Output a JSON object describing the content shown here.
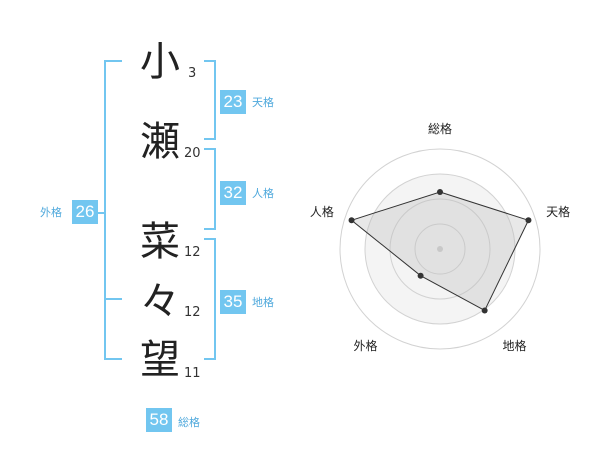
{
  "colors": {
    "accent": "#72c6f0",
    "badge": "#72c6f0",
    "label": "#4ea8dc",
    "text": "#222222"
  },
  "name_chars": [
    {
      "char": "小",
      "strokes": "3"
    },
    {
      "char": "瀬",
      "strokes": "20"
    },
    {
      "char": "菜",
      "strokes": "12"
    },
    {
      "char": "々",
      "strokes": "12"
    },
    {
      "char": "望",
      "strokes": "11"
    }
  ],
  "fortunes": {
    "tenkaku": {
      "value": "23",
      "label": "天格"
    },
    "jinkaku": {
      "value": "32",
      "label": "人格"
    },
    "chikaku": {
      "value": "35",
      "label": "地格"
    },
    "gaikaku": {
      "value": "26",
      "label": "外格"
    },
    "soukaku": {
      "value": "58",
      "label": "総格"
    }
  },
  "chart_data": {
    "type": "radar",
    "axes": [
      "総格",
      "天格",
      "地格",
      "外格",
      "人格"
    ],
    "values": [
      0.57,
      0.93,
      0.76,
      0.33,
      0.93
    ],
    "rings": 4,
    "max": 1
  }
}
